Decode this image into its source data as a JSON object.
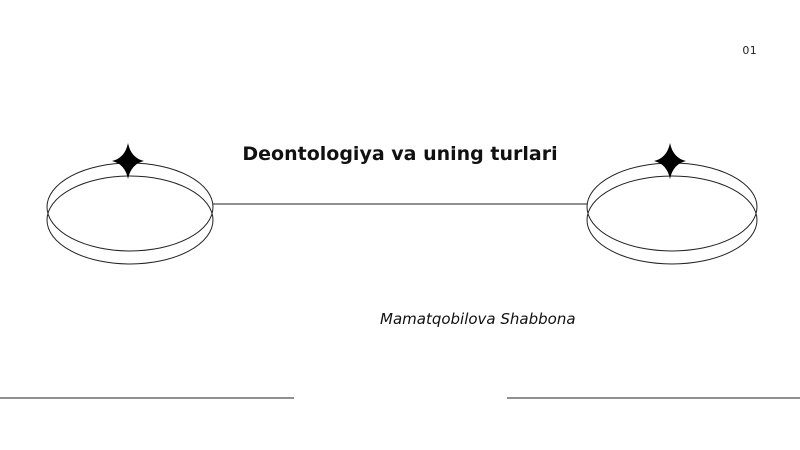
{
  "slide": {
    "page_number": "01",
    "title": "Deontologiya va uning turlari",
    "subtitle": "Mamatqobilova Shabbona"
  },
  "colors": {
    "background": "#ffffff",
    "text": "#111111",
    "line": "#222222",
    "star": "#000000"
  },
  "icons": {
    "left_decoration": "four-point-star-icon",
    "right_decoration": "four-point-star-icon"
  }
}
